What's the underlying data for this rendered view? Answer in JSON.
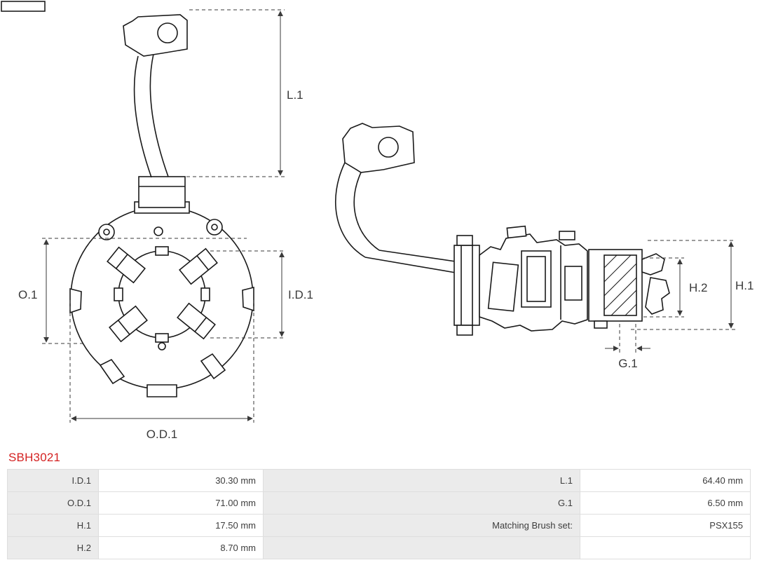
{
  "part_number": "SBH3021",
  "colors": {
    "part_number_accent": "#d42222",
    "table_label_bg": "#ebebeb",
    "table_border": "#dedede",
    "drawing_line": "#1a1a1a",
    "dimension_line": "#3a3a3a"
  },
  "diagram": {
    "front_view_labels": {
      "l1": "L.1",
      "o1": "O.1",
      "id1": "I.D.1",
      "od1": "O.D.1"
    },
    "side_view_labels": {
      "h2": "H.2",
      "h1": "H.1",
      "g1": "G.1"
    }
  },
  "specs": {
    "rows": [
      {
        "left_label": "I.D.1",
        "left_value": "30.30 mm",
        "right_label": "L.1",
        "right_value": "64.40 mm"
      },
      {
        "left_label": "O.D.1",
        "left_value": "71.00 mm",
        "right_label": "G.1",
        "right_value": "6.50 mm"
      },
      {
        "left_label": "H.1",
        "left_value": "17.50 mm",
        "right_label": "Matching Brush set:",
        "right_value": "PSX155"
      },
      {
        "left_label": "H.2",
        "left_value": "8.70 mm",
        "right_label": "",
        "right_value": ""
      }
    ]
  }
}
